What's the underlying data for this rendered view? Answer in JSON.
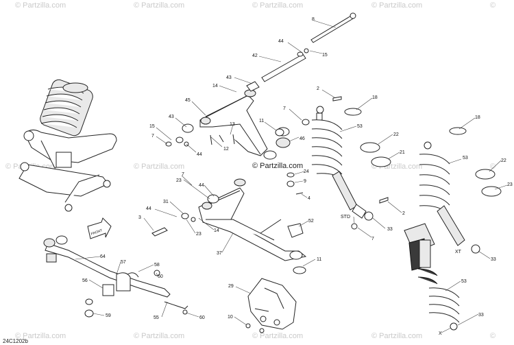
{
  "watermark_text": "Partzilla.com",
  "center_watermark_text": "Partzilla.com",
  "diagram_code": "24C1202b",
  "arrow_sign_text": "FRONT",
  "callouts": [
    "8",
    "44",
    "15",
    "42",
    "43",
    "14",
    "45",
    "43",
    "15",
    "7",
    "44",
    "12",
    "13",
    "11",
    "46",
    "7",
    "24",
    "9",
    "4",
    "2",
    "18",
    "53",
    "22",
    "21",
    "7",
    "23",
    "44",
    "31",
    "3",
    "44",
    "23",
    "14",
    "37",
    "52",
    "11",
    "STD",
    "33",
    "7",
    "2",
    "18",
    "53",
    "22",
    "23",
    "XT",
    "33",
    "64",
    "57",
    "58",
    "60",
    "56",
    "59",
    "29",
    "53",
    "10",
    "55",
    "60",
    "33",
    "X"
  ],
  "colors": {
    "line": "#222222",
    "watermark": "#c9c9c9",
    "spring_dark": "#3a3a3a"
  }
}
